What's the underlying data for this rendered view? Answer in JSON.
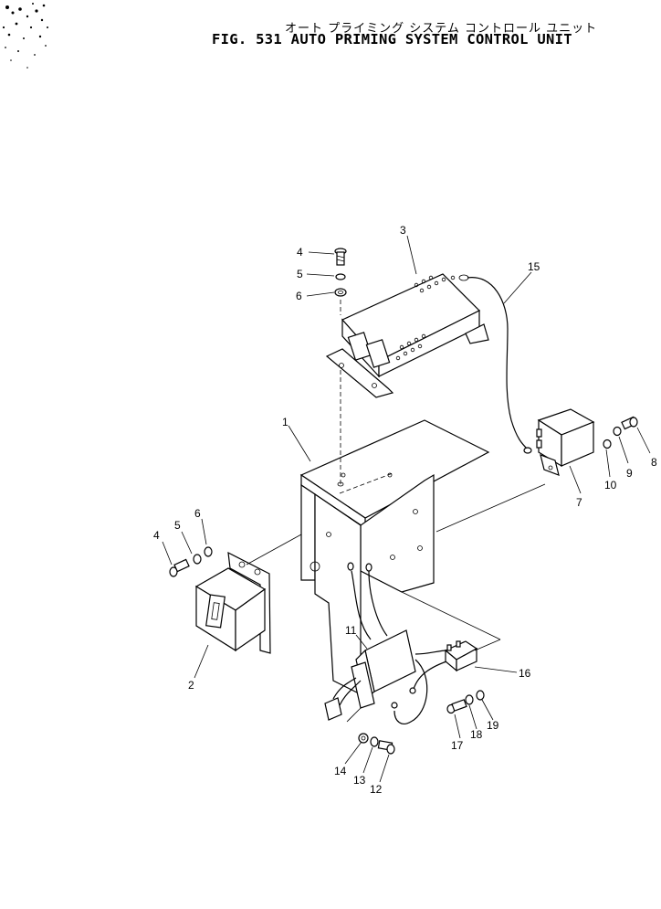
{
  "figure": {
    "title_jp": "オート プライミング システム コントロール ユニット",
    "title_en": "FIG. 531  AUTO PRIMING SYSTEM CONTROL UNIT"
  },
  "callouts": [
    "1",
    "2",
    "3",
    "4",
    "5",
    "6",
    "7",
    "8",
    "9",
    "10",
    "11",
    "12",
    "13",
    "14",
    "15",
    "16",
    "17",
    "18",
    "19",
    "4",
    "5",
    "6"
  ]
}
